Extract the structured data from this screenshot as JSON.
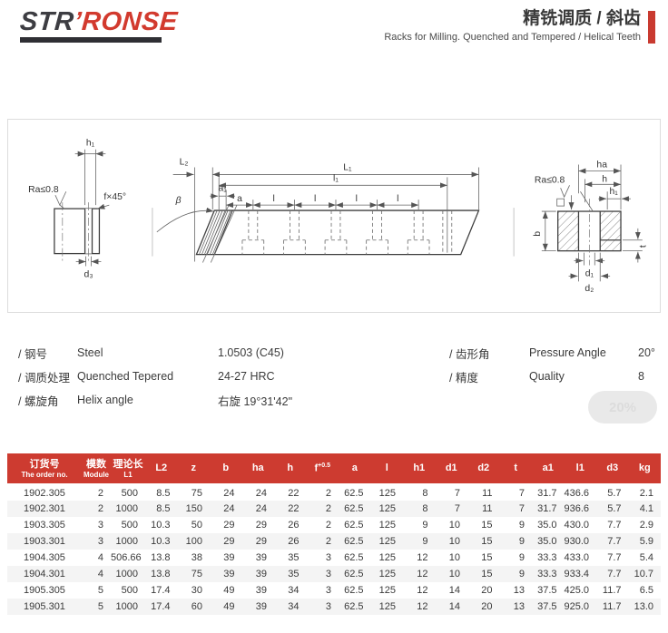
{
  "colors": {
    "brand_red": "#d23a2e",
    "accent_red": "#c93a30",
    "table_header_red": "#cd3b30",
    "row_alt": "#f4f4f4"
  },
  "brand": {
    "logo_part1": "STR",
    "logo_part2": "’RONSE"
  },
  "header": {
    "title_cn": "精铣调质 / 斜齿",
    "title_en": "Racks for Milling. Quenched and Tempered / Helical Teeth"
  },
  "diagram": {
    "left": {
      "h1": "h₁",
      "ra": "Ra≤0.8",
      "f45": "f×45°",
      "d3": "d₃"
    },
    "middle": {
      "L2": "L₂",
      "L1": "L₁",
      "l1": "l₁",
      "a1": "a₁",
      "a": "a",
      "l": "l",
      "beta": "β"
    },
    "right": {
      "ha": "ha",
      "h": "h",
      "h1": "h₁",
      "ra": "Ra≤0.8",
      "b": "b",
      "t": "t",
      "d1": "d₁",
      "d2": "d₂"
    }
  },
  "specs": {
    "left": [
      {
        "cn": "/ 钢号",
        "en": "Steel",
        "value": "1.0503 (C45)"
      },
      {
        "cn": "/ 调质处理",
        "en": "Quenched Tepered",
        "value": "24-27 HRC"
      },
      {
        "cn": "/ 螺旋角",
        "en": "Helix angle",
        "value": "右旋 19°31'42\""
      }
    ],
    "right": [
      {
        "cn": "/ 齿形角",
        "en": "Pressure Angle",
        "value": "20°"
      },
      {
        "cn": "/ 精度",
        "en": "Quality",
        "value": "8"
      }
    ],
    "badge": "20%"
  },
  "table": {
    "columns": [
      {
        "cn": "订货号",
        "en": "The order no."
      },
      {
        "cn": "模数",
        "en": "Module"
      },
      {
        "cn": "理论长",
        "en": "L1"
      },
      {
        "label": "L2"
      },
      {
        "label": "z"
      },
      {
        "label": "b"
      },
      {
        "label": "ha"
      },
      {
        "label": "h"
      },
      {
        "label": "f",
        "sup": "+0.5"
      },
      {
        "label": "a"
      },
      {
        "label": "l"
      },
      {
        "label": "h1"
      },
      {
        "label": "d1"
      },
      {
        "label": "d2"
      },
      {
        "label": "t"
      },
      {
        "label": "a1"
      },
      {
        "label": "l1"
      },
      {
        "label": "d3"
      },
      {
        "label": "kg"
      }
    ],
    "rows": [
      [
        "1902.305",
        "2",
        "500",
        "8.5",
        "75",
        "24",
        "24",
        "22",
        "2",
        "62.5",
        "125",
        "8",
        "7",
        "11",
        "7",
        "31.7",
        "436.6",
        "5.7",
        "2.1"
      ],
      [
        "1902.301",
        "2",
        "1000",
        "8.5",
        "150",
        "24",
        "24",
        "22",
        "2",
        "62.5",
        "125",
        "8",
        "7",
        "11",
        "7",
        "31.7",
        "936.6",
        "5.7",
        "4.1"
      ],
      [
        "1903.305",
        "3",
        "500",
        "10.3",
        "50",
        "29",
        "29",
        "26",
        "2",
        "62.5",
        "125",
        "9",
        "10",
        "15",
        "9",
        "35.0",
        "430.0",
        "7.7",
        "2.9"
      ],
      [
        "1903.301",
        "3",
        "1000",
        "10.3",
        "100",
        "29",
        "29",
        "26",
        "2",
        "62.5",
        "125",
        "9",
        "10",
        "15",
        "9",
        "35.0",
        "930.0",
        "7.7",
        "5.9"
      ],
      [
        "1904.305",
        "4",
        "506.66",
        "13.8",
        "38",
        "39",
        "39",
        "35",
        "3",
        "62.5",
        "125",
        "12",
        "10",
        "15",
        "9",
        "33.3",
        "433.0",
        "7.7",
        "5.4"
      ],
      [
        "1904.301",
        "4",
        "1000",
        "13.8",
        "75",
        "39",
        "39",
        "35",
        "3",
        "62.5",
        "125",
        "12",
        "10",
        "15",
        "9",
        "33.3",
        "933.4",
        "7.7",
        "10.7"
      ],
      [
        "1905.305",
        "5",
        "500",
        "17.4",
        "30",
        "49",
        "39",
        "34",
        "3",
        "62.5",
        "125",
        "12",
        "14",
        "20",
        "13",
        "37.5",
        "425.0",
        "11.7",
        "6.5"
      ],
      [
        "1905.301",
        "5",
        "1000",
        "17.4",
        "60",
        "49",
        "39",
        "34",
        "3",
        "62.5",
        "125",
        "12",
        "14",
        "20",
        "13",
        "37.5",
        "925.0",
        "11.7",
        "13.0"
      ]
    ]
  }
}
